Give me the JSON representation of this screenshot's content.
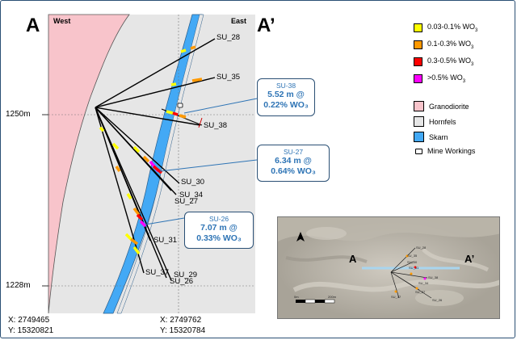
{
  "section": {
    "start_label": "A",
    "end_label": "A’",
    "west_label": "West",
    "east_label": "East"
  },
  "elevations": [
    "1250m",
    "1228m"
  ],
  "coordinates": {
    "west_x": "X: 2749465",
    "west_y": "Y: 15320821",
    "center_x": "X: 2749762",
    "center_y": "Y: 15320784"
  },
  "holes": [
    "SU_28",
    "SU_35",
    "SU_38",
    "SU_30",
    "SU_34",
    "SU_27",
    "SU_31",
    "SU_37",
    "SU_29",
    "SU_26"
  ],
  "callouts": [
    {
      "hole": "SU-38",
      "line1": "5.52 m @",
      "line2": "0.22% WO₃"
    },
    {
      "hole": "SU-27",
      "line1": "6.34 m @",
      "line2": "0.64% WO₃"
    },
    {
      "hole": "SU-26",
      "line1": "7.07 m @",
      "line2": "0.33% WO₃"
    }
  ],
  "legend": {
    "grades": [
      {
        "label": "0.03-0.1% WO",
        "sub": "3",
        "color": "#ffff00"
      },
      {
        "label": "0.1-0.3% WO",
        "sub": "3",
        "color": "#ff9900"
      },
      {
        "label": "0.3-0.5% WO",
        "sub": "3",
        "color": "#ff0000"
      },
      {
        "label": ">0.5% WO",
        "sub": "3",
        "color": "#ff00ff"
      }
    ],
    "units": [
      {
        "label": "Granodiorite",
        "color": "#f8c4cb"
      },
      {
        "label": "Hornfels",
        "color": "#e6e6e6"
      },
      {
        "label": "Skarn",
        "color": "#43a9f5"
      },
      {
        "label": "Mine Workings",
        "color": "#ffffff"
      }
    ]
  },
  "inset_map": {
    "start_label": "A",
    "end_label": "A’",
    "scale_start": "0m",
    "scale_end": "200m",
    "hole_labels": [
      "SU_28",
      "SU_35",
      "SU_38",
      "SU_30",
      "SU_34",
      "SU_27",
      "SU_31",
      "SU_37",
      "SU_26"
    ]
  },
  "colors": {
    "granodiorite": "#f8c4cb",
    "hornfels": "#e6e6e6",
    "skarn": "#43a9f5",
    "callout_text": "#2e74b5",
    "callout_border": "#2a4f74",
    "section_line": "#a9d5ee"
  }
}
